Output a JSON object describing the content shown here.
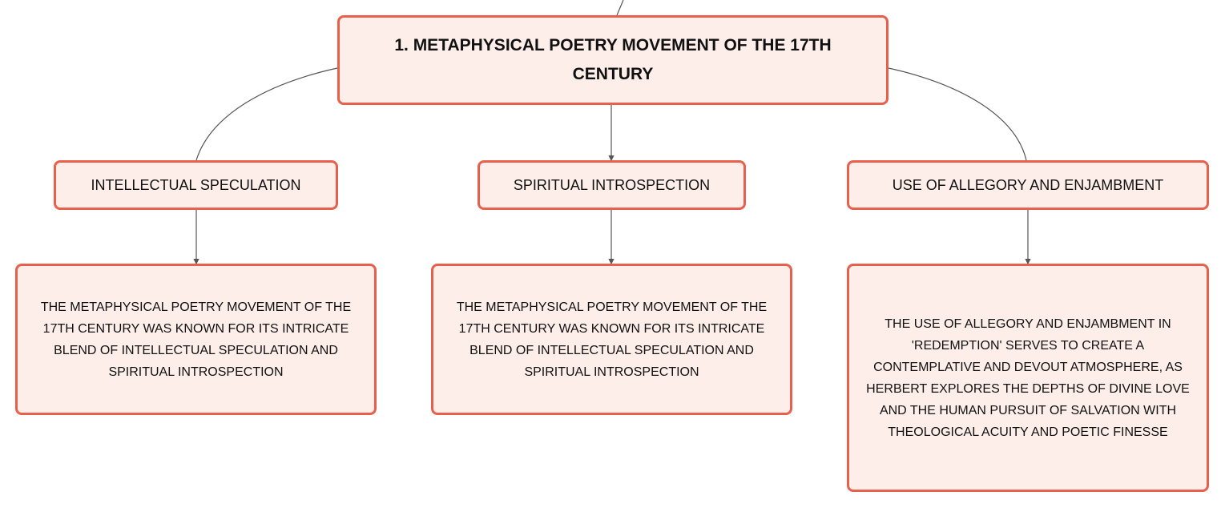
{
  "diagram": {
    "colors": {
      "node_fill": "#fdeeea",
      "node_border": "#e8604c",
      "connector": "#555555"
    },
    "main_topic": "1. METAPHYSICAL POETRY MOVEMENT OF THE 17TH CENTURY",
    "topics": [
      {
        "label": "INTELLECTUAL SPECULATION",
        "detail": "THE METAPHYSICAL POETRY MOVEMENT OF THE 17TH CENTURY WAS KNOWN FOR ITS INTRICATE BLEND OF INTELLECTUAL SPECULATION AND SPIRITUAL INTROSPECTION"
      },
      {
        "label": "SPIRITUAL INTROSPECTION",
        "detail": "THE METAPHYSICAL POETRY MOVEMENT OF THE 17TH CENTURY WAS KNOWN FOR ITS INTRICATE BLEND OF INTELLECTUAL SPECULATION AND SPIRITUAL INTROSPECTION"
      },
      {
        "label": "USE OF ALLEGORY AND ENJAMBMENT",
        "detail": "THE USE OF ALLEGORY AND ENJAMBMENT IN 'REDEMPTION' SERVES TO CREATE A CONTEMPLATIVE AND DEVOUT ATMOSPHERE, AS HERBERT EXPLORES THE DEPTHS OF DIVINE LOVE AND THE HUMAN PURSUIT OF SALVATION WITH THEOLOGICAL ACUITY AND POETIC FINESSE"
      }
    ]
  }
}
